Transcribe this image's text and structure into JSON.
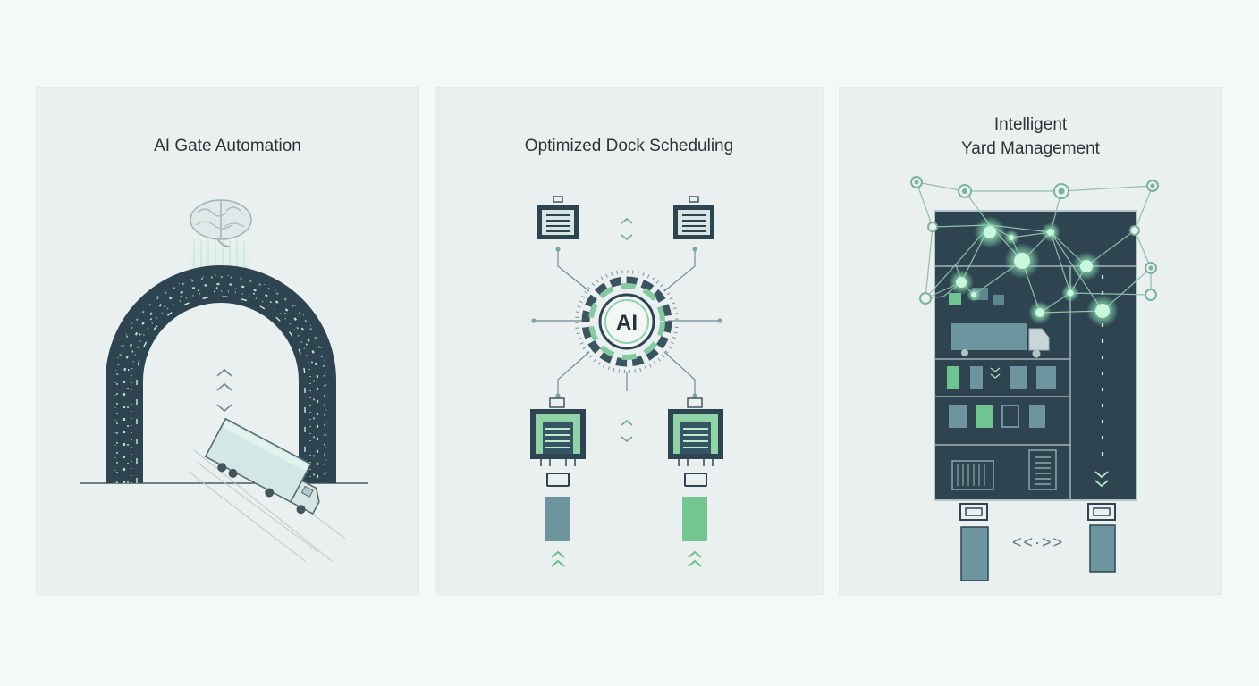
{
  "panels": [
    {
      "title": "AI Gate Automation"
    },
    {
      "title": "Optimized Dock Scheduling",
      "hub_label": "AI"
    },
    {
      "title_line1": "Intelligent",
      "title_line2": "Yard Management",
      "lane_symbol": "<<·>>"
    }
  ],
  "colors": {
    "page_background": "#f3f9f9",
    "panel_background": "#e9f0ef",
    "dark_slate": "#2e4451",
    "accent_green": "#6fc590",
    "slate_blue": "#6c929d",
    "light_teal": "#9ad3c3"
  },
  "icons": [
    "brain-icon",
    "truck-icon",
    "dock-icon",
    "ai-gear-icon",
    "network-node-icon"
  ]
}
